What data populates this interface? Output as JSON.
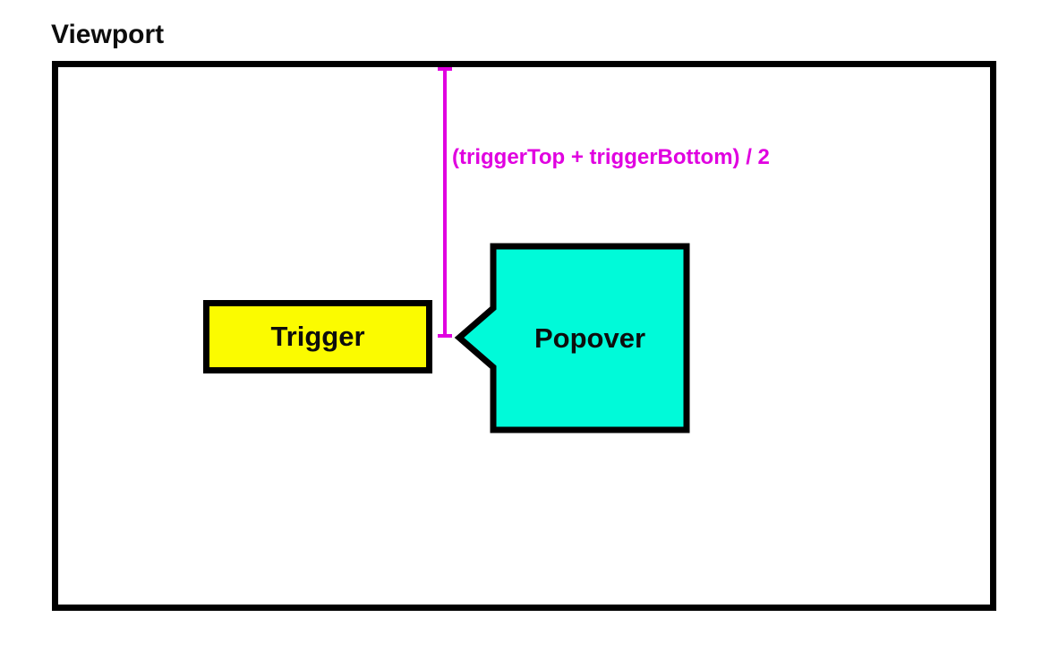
{
  "diagram": {
    "viewport_label": "Viewport",
    "trigger_label": "Trigger",
    "popover_label": "Popover",
    "measurement_label": "(triggerTop + triggerBottom) / 2"
  },
  "colors": {
    "background": "#FFFFFF",
    "outline": "#000000",
    "text": "#0D0D0D",
    "trigger_fill": "#FBFB00",
    "popover_fill": "#00FAD9",
    "measurement": "#E000E0"
  }
}
